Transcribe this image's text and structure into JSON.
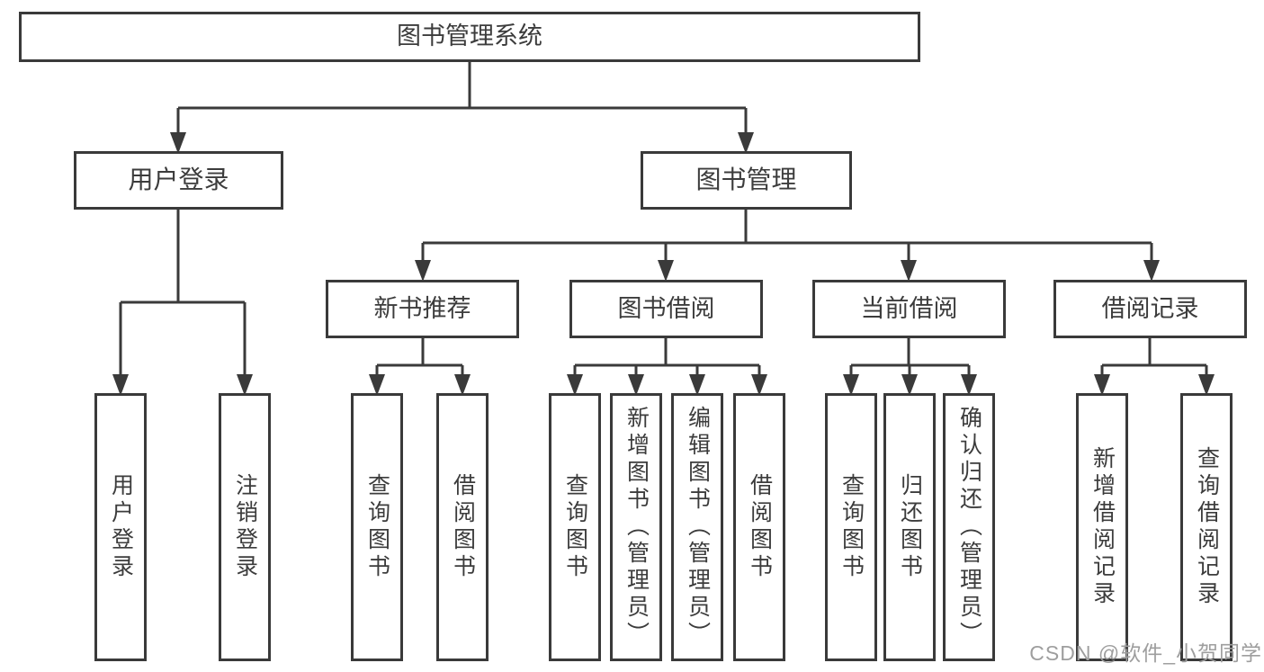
{
  "diagram_title": "图书管理系统",
  "root": {
    "label": "图书管理系统"
  },
  "level2": {
    "user_login": "用户登录",
    "book_mgmt": "图书管理"
  },
  "branches": {
    "b0": "新书推荐",
    "b1": "图书借阅",
    "b2": "当前借阅",
    "b3": "借阅记录"
  },
  "leaves": [
    "用户登录",
    "注销登录",
    "查询图书",
    "借阅图书",
    "查询图书",
    "新增图书（管理员）",
    "编辑图书（管理员）",
    "借阅图书",
    "查询图书",
    "归还图书",
    "确认归还（管理员）",
    "新增借阅记录",
    "查询借阅记录"
  ],
  "hierarchy": {
    "图书管理系统": {
      "用户登录": [
        "用户登录",
        "注销登录"
      ],
      "图书管理": {
        "新书推荐": [
          "查询图书",
          "借阅图书"
        ],
        "图书借阅": [
          "查询图书",
          "新增图书（管理员）",
          "编辑图书（管理员）",
          "借阅图书"
        ],
        "当前借阅": [
          "查询图书",
          "归还图书",
          "确认归还（管理员）"
        ],
        "借阅记录": [
          "新增借阅记录",
          "查询借阅记录"
        ]
      }
    }
  },
  "watermark": "CSDN @软件_小贺同学",
  "colors": {
    "line": "#3a3a3a",
    "text": "#3c3c3c",
    "watermark": "#9e9e9e",
    "background": "#ffffff"
  }
}
